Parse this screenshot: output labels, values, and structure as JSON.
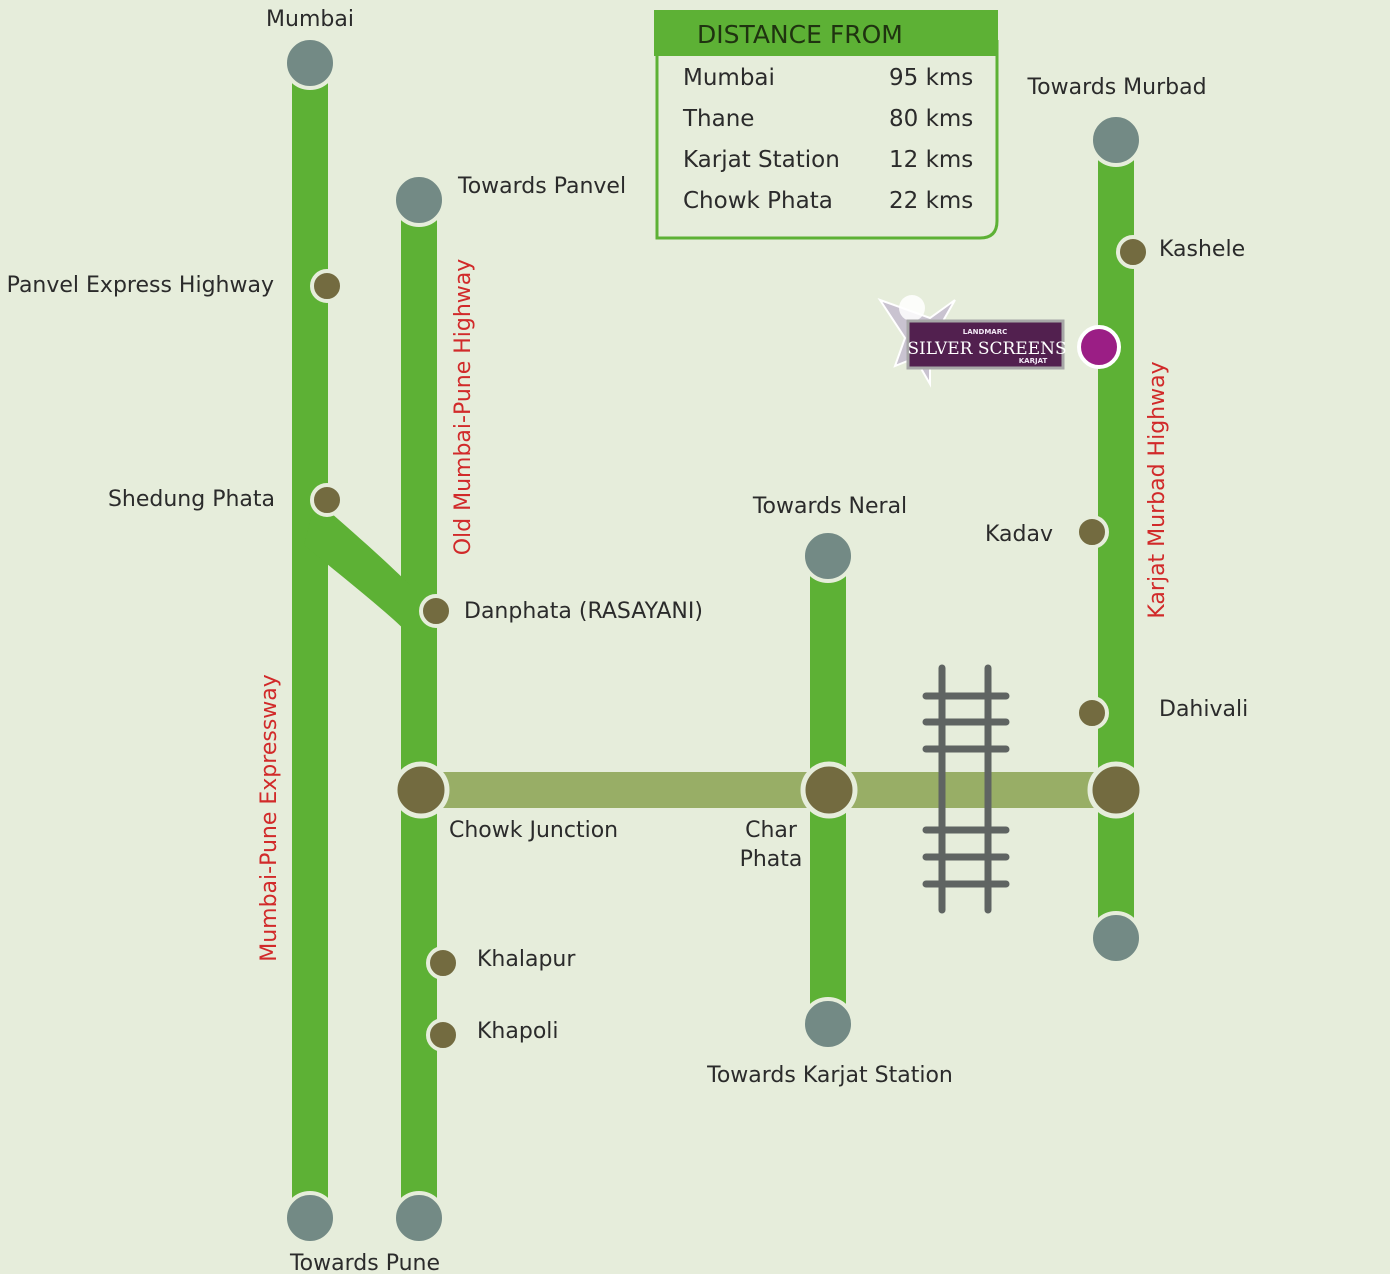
{
  "distance_box": {
    "title": "DISTANCE FROM",
    "rows": [
      {
        "place": "Mumbai",
        "distance": "95 kms"
      },
      {
        "place": "Thane",
        "distance": "80 kms"
      },
      {
        "place": "Karjat Station",
        "distance": "12 kms"
      },
      {
        "place": "Chowk Phata",
        "distance": "22 kms"
      }
    ]
  },
  "roads": {
    "expressway": "Mumbai-Pune Expressway",
    "old_highway": "Old Mumbai-Pune Highway",
    "murbad_highway": "Karjat Murbad Highway"
  },
  "places": {
    "mumbai": "Mumbai",
    "towards_pune": "Towards Pune",
    "towards_panvel": "Towards Panvel",
    "panvel_express_highway": "Panvel Express Highway",
    "shedung_phata": "Shedung Phata",
    "danphata": "Danphata (RASAYANI)",
    "chowk_junction": "Chowk Junction",
    "khalapur": "Khalapur",
    "khapoli": "Khapoli",
    "towards_neral": "Towards Neral",
    "char": "Char",
    "phata": "Phata",
    "towards_karjat_station": "Towards Karjat Station",
    "towards_murbad": "Towards Murbad",
    "kashele": "Kashele",
    "kadav": "Kadav",
    "dahivali": "Dahivali"
  },
  "project_logo": {
    "brand": "LANDMARC",
    "name": "SILVER SCREENS",
    "location": "KARJAT"
  },
  "colors": {
    "background": "#e6eddb",
    "road": "#5db135",
    "connector": "#98ae66",
    "terminal_node": "#738a85",
    "stop_node": "#736b40",
    "project_node": "#9b1e85",
    "road_label": "#d12a2a",
    "rail": "#5f6462"
  }
}
